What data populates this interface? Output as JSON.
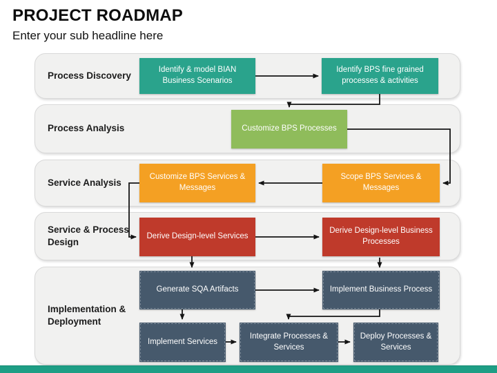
{
  "header": {
    "title": "PROJECT ROADMAP",
    "subtitle": "Enter your sub headline here"
  },
  "stages": [
    {
      "label": "Process Discovery"
    },
    {
      "label": "Process Analysis"
    },
    {
      "label": "Service Analysis"
    },
    {
      "label": "Service & Process Design"
    },
    {
      "label": "Implementation & Deployment"
    }
  ],
  "boxes": {
    "identify_bian": {
      "label": "Identify & model BIAN Business Scenarios",
      "color": "#2aa38c"
    },
    "identify_bps": {
      "label": "Identify BPS fine grained processes & activities",
      "color": "#2aa38c"
    },
    "customize_processes": {
      "label": "Customize BPS Processes",
      "color": "#8fbc5b"
    },
    "customize_services": {
      "label": "Customize BPS Services & Messages",
      "color": "#f4a023"
    },
    "scope_services": {
      "label": "Scope BPS Services & Messages",
      "color": "#f4a023"
    },
    "derive_services": {
      "label": "Derive Design-level Services",
      "color": "#bf3a2b"
    },
    "derive_processes": {
      "label": "Derive Design-level Business Processes",
      "color": "#bf3a2b"
    },
    "generate_sqa": {
      "label": "Generate SQA Artifacts",
      "color": "#46596c"
    },
    "implement_bp": {
      "label": "Implement Business Process",
      "color": "#46596c"
    },
    "implement_services": {
      "label": "Implement Services",
      "color": "#46596c"
    },
    "integrate": {
      "label": "Integrate Processes & Services",
      "color": "#46596c"
    },
    "deploy": {
      "label": "Deploy Processes & Services",
      "color": "#46596c"
    }
  },
  "colors": {
    "arrow": "#141414",
    "row_fill": "#f1f1f0",
    "row_border": "#d9d9d9",
    "footer_bar": "#1e9e85"
  }
}
